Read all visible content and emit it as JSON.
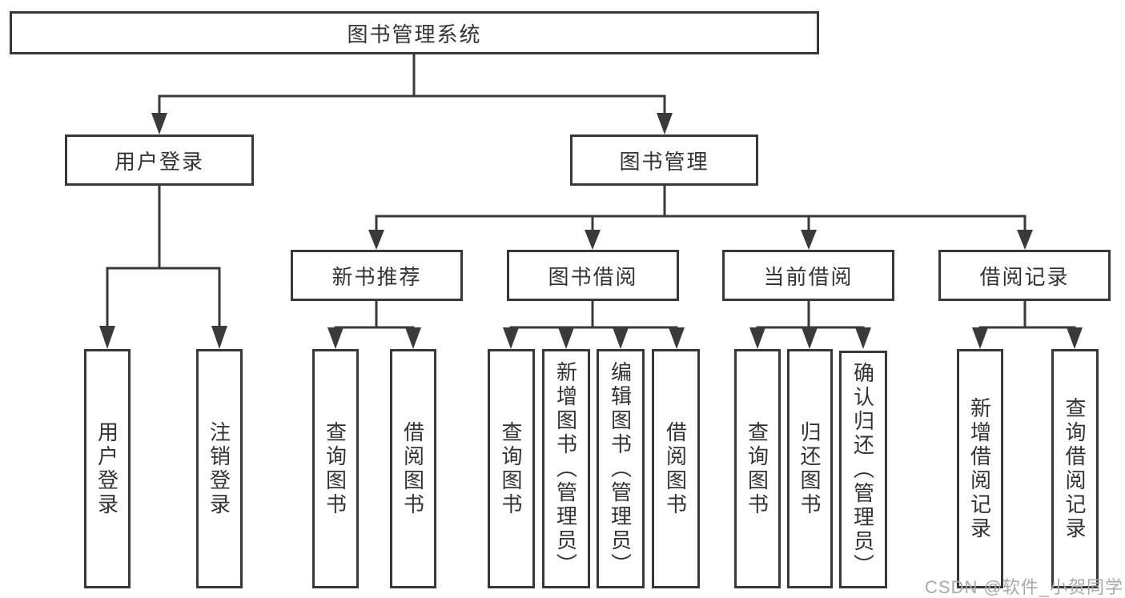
{
  "diagram_type": "hierarchy-tree",
  "tree": {
    "label": "图书管理系统",
    "children": [
      {
        "label": "用户登录",
        "children": [
          {
            "label": "用户登录"
          },
          {
            "label": "注销登录"
          }
        ]
      },
      {
        "label": "图书管理",
        "children": [
          {
            "label": "新书推荐",
            "children": [
              {
                "label": "查询图书"
              },
              {
                "label": "借阅图书"
              }
            ]
          },
          {
            "label": "图书借阅",
            "children": [
              {
                "label": "查询图书"
              },
              {
                "label": "新增图书（管理员）"
              },
              {
                "label": "编辑图书（管理员）"
              },
              {
                "label": "借阅图书"
              }
            ]
          },
          {
            "label": "当前借阅",
            "children": [
              {
                "label": "查询图书"
              },
              {
                "label": "归还图书"
              },
              {
                "label": "确认归还（管理员）"
              }
            ]
          },
          {
            "label": "借阅记录",
            "children": [
              {
                "label": "新增借阅记录"
              },
              {
                "label": "查询借阅记录"
              }
            ]
          }
        ]
      }
    ]
  },
  "watermark": {
    "text": "CSDN @软件_小贺同学"
  },
  "colors": {
    "line": "#3a3a3a",
    "box_border": "#383838",
    "box_fill": "#ffffff",
    "text": "#333333",
    "watermark": "#a9a9a9",
    "background": "#ffffff"
  }
}
